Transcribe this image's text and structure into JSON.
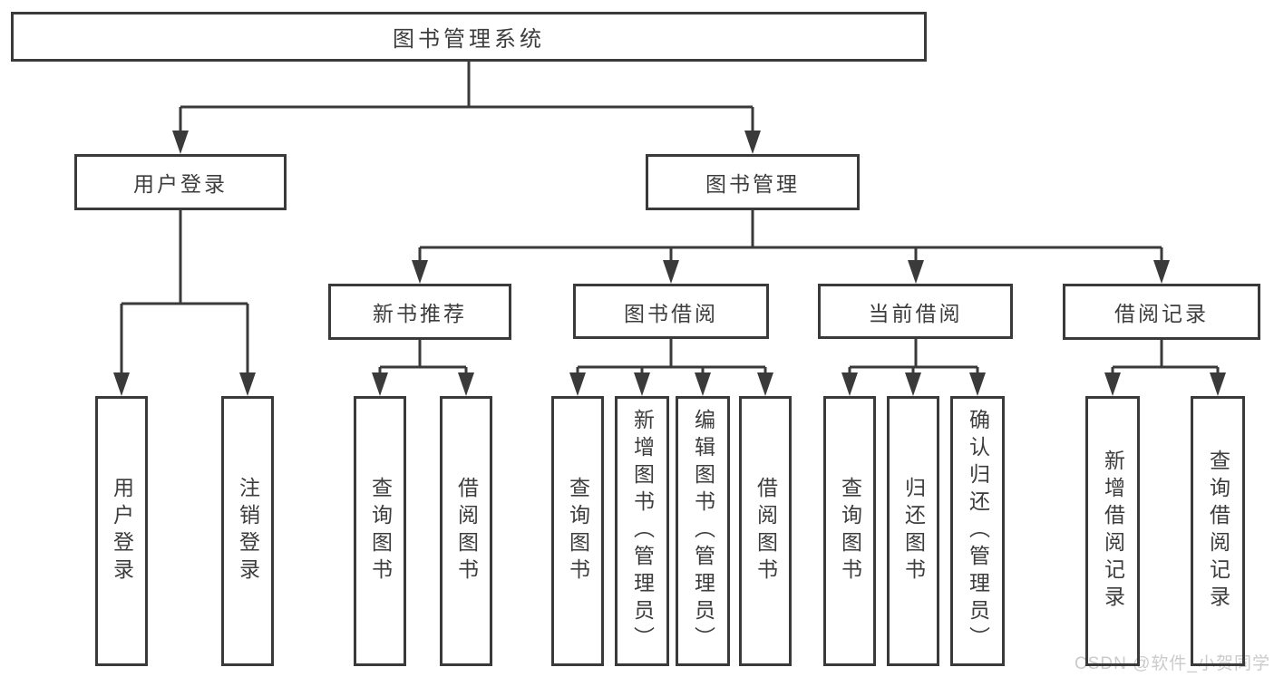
{
  "diagram": {
    "root_label": "图书管理系统",
    "branches": {
      "user_login": {
        "label": "用户登录",
        "children": [
          "用户登录",
          "注销登录"
        ]
      },
      "book_mgmt": {
        "label": "图书管理",
        "sections": [
          {
            "label": "新书推荐",
            "children": [
              "查询图书",
              "借阅图书"
            ]
          },
          {
            "label": "图书借阅",
            "children": [
              "查询图书",
              "新增图书（管理员）",
              "编辑图书（管理员）",
              "借阅图书"
            ]
          },
          {
            "label": "当前借阅",
            "children": [
              "查询图书",
              "归还图书",
              "确认归还（管理员）"
            ]
          },
          {
            "label": "借阅记录",
            "children": [
              "新增借阅记录",
              "查询借阅记录"
            ]
          }
        ]
      }
    }
  },
  "watermark": "CSDN @软件_小贺同学",
  "colors": {
    "line": "#3a3a3a",
    "text": "#3d3d3d",
    "watermark_gray": "#cbcbcb",
    "background": "#ffffff"
  }
}
